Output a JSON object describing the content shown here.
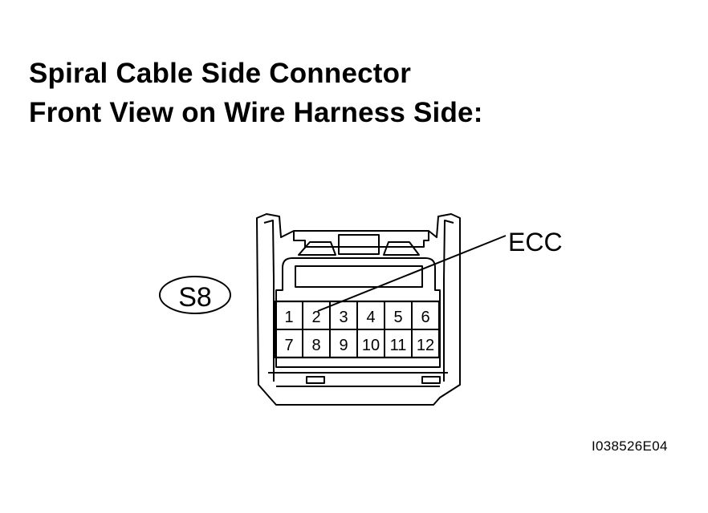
{
  "title": {
    "line1": "Spiral Cable Side Connector",
    "line2": "Front View on Wire Harness Side:"
  },
  "connector_id": "S8",
  "terminal_label": "ECC",
  "terminals": {
    "row1": [
      "1",
      "2",
      "3",
      "4",
      "5",
      "6"
    ],
    "row2": [
      "7",
      "8",
      "9",
      "10",
      "11",
      "12"
    ]
  },
  "figure_code": "I038526E04",
  "colors": {
    "line": "#000000",
    "background": "#ffffff"
  }
}
